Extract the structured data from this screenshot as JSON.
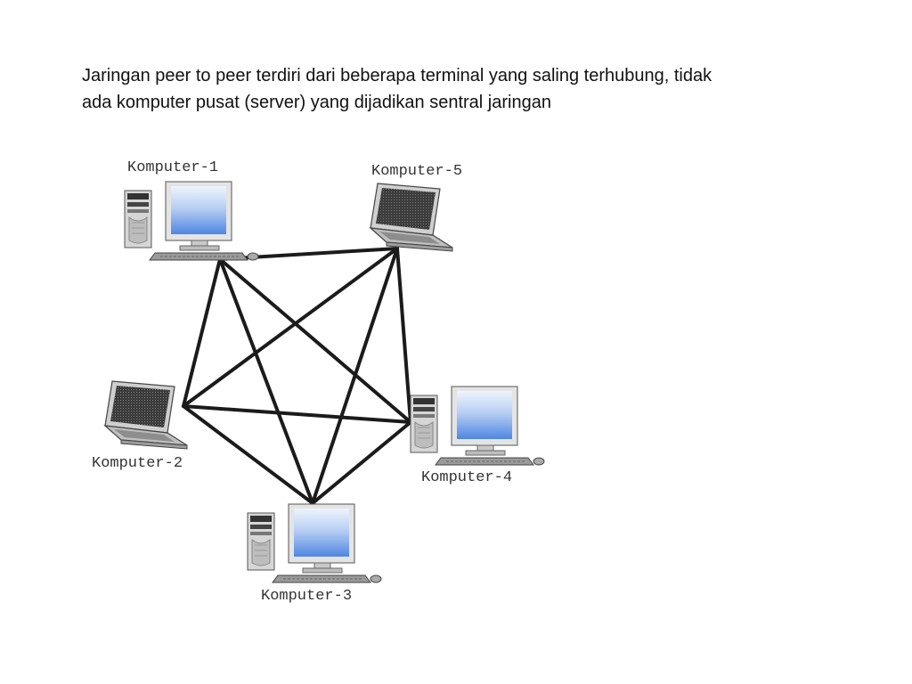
{
  "caption": {
    "line1": "Jaringan peer to peer terdiri dari beberapa terminal yang saling terhubung, tidak",
    "line2": "ada komputer pusat (server) yang dijadikan sentral jaringan"
  },
  "nodes": [
    {
      "id": "k1",
      "label": "Komputer-1",
      "type": "desktop"
    },
    {
      "id": "k2",
      "label": "Komputer-2",
      "type": "laptop"
    },
    {
      "id": "k3",
      "label": "Komputer-3",
      "type": "desktop"
    },
    {
      "id": "k4",
      "label": "Komputer-4",
      "type": "desktop"
    },
    {
      "id": "k5",
      "label": "Komputer-5",
      "type": "laptop"
    }
  ],
  "links": [
    [
      "k1",
      "k5"
    ],
    [
      "k1",
      "k2"
    ],
    [
      "k1",
      "k3"
    ],
    [
      "k1",
      "k4"
    ],
    [
      "k5",
      "k2"
    ],
    [
      "k5",
      "k3"
    ],
    [
      "k5",
      "k4"
    ],
    [
      "k2",
      "k3"
    ],
    [
      "k2",
      "k4"
    ],
    [
      "k3",
      "k4"
    ]
  ],
  "colors": {
    "screen_top": "#e8f0fb",
    "screen_bottom": "#5b8fe6",
    "cable": "#1b1b1b",
    "case": "#d9d9d9"
  }
}
